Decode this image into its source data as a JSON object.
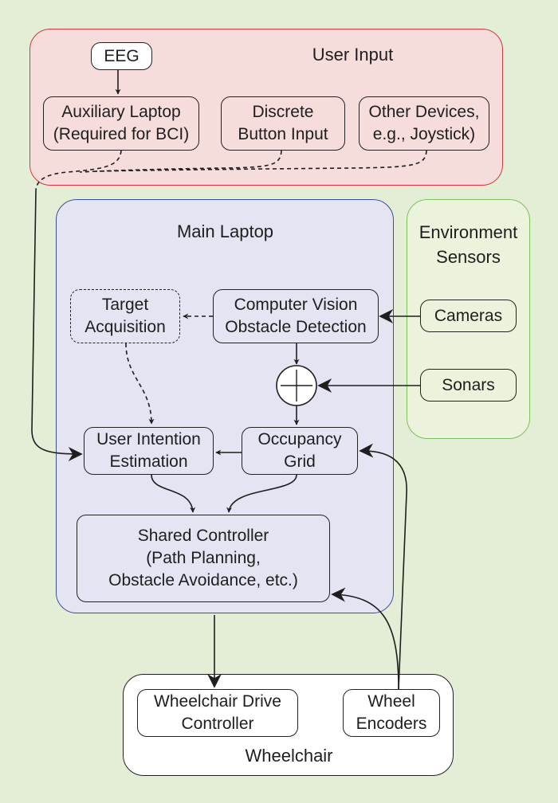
{
  "groups": {
    "user_input": "User Input",
    "main_laptop": "Main Laptop",
    "environment_sensors": "Environment\nSensors",
    "wheelchair": "Wheelchair"
  },
  "nodes": {
    "eeg": "EEG",
    "auxiliary_laptop": "Auxiliary Laptop\n(Required for BCI)",
    "discrete_button": "Discrete\nButton Input",
    "other_devices": "Other Devices,\ne.g., Joystick)",
    "target_acquisition": "Target\nAcquisition",
    "computer_vision": "Computer Vision\nObstacle Detection",
    "cameras": "Cameras",
    "sonars": "Sonars",
    "user_intention": "User Intention\nEstimation",
    "occupancy_grid": "Occupancy\nGrid",
    "shared_controller": "Shared Controller\n(Path Planning,\nObstacle Avoidance, etc.)",
    "drive_controller": "Wheelchair Drive\nController",
    "wheel_encoders": "Wheel\nEncoders"
  },
  "colors": {
    "background": "#e4eed6",
    "user_input_fill": "#f7dcdc",
    "user_input_border": "#d03a3a",
    "main_laptop_fill": "#e4e4f2",
    "main_laptop_border": "#3a4f9e",
    "env_fill": "#ebf3dd",
    "env_border": "#7cbf5c"
  }
}
